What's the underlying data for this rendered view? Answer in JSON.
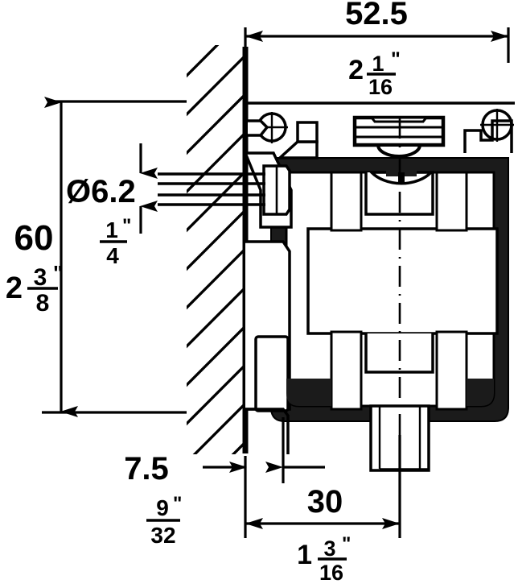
{
  "drawing": {
    "type": "technical-dimension-drawing",
    "subject": "concealed cabinet hinge mounting plate cross-section",
    "units_note": "metric values in mm, bracketed values in inches",
    "line_color": "#000000",
    "fill_color": "#ffffff",
    "background": "#ffffff"
  },
  "dimensions": {
    "overall_width": {
      "metric": "52.5",
      "imperial_whole": "2",
      "imperial_numerator": "1",
      "imperial_denominator": "16",
      "imperial_unit": "\""
    },
    "overall_height": {
      "metric": "60",
      "imperial_whole": "2",
      "imperial_numerator": "3",
      "imperial_denominator": "8",
      "imperial_unit": "\""
    },
    "dowel_diameter": {
      "metric": "Ø6.2",
      "imperial_whole": "",
      "imperial_numerator": "1",
      "imperial_denominator": "4",
      "imperial_unit": "\""
    },
    "wall_thickness": {
      "metric": "7.5",
      "imperial_whole": "",
      "imperial_numerator": "9",
      "imperial_denominator": "32",
      "imperial_unit": "\""
    },
    "depth_offset": {
      "metric": "30",
      "imperial_whole": "1",
      "imperial_numerator": "3",
      "imperial_denominator": "16",
      "imperial_unit": "\""
    }
  }
}
